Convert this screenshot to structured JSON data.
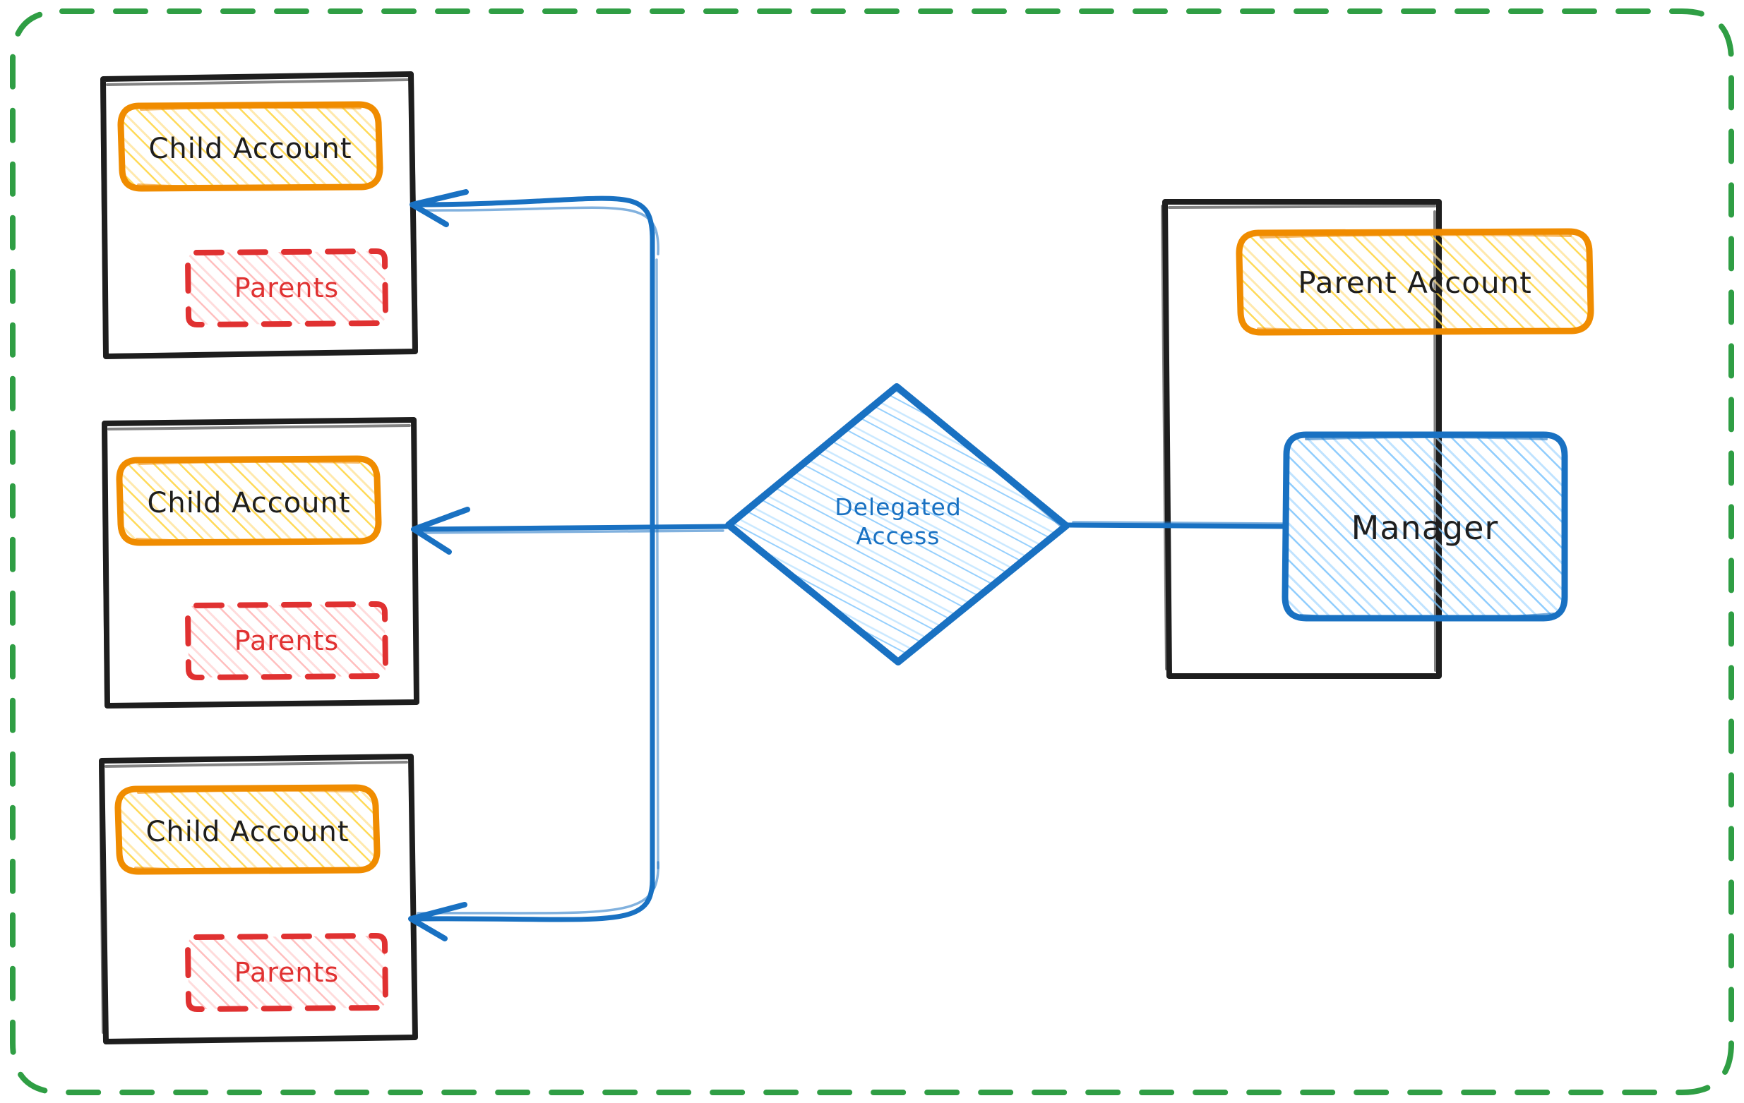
{
  "diagram": {
    "title": "Delegated Access between Parent and Child Accounts",
    "type": "architecture-diagram",
    "style": "hand-drawn",
    "background": "#ffffff",
    "boundary": {
      "name": "outer-boundary",
      "stroke": "#2f9e44",
      "stroke_style": "dashed",
      "label": ""
    },
    "colors": {
      "orange_stroke": "#f08c00",
      "yellow_fill": "#ffec99",
      "red_stroke": "#e03131",
      "red_fill": "#ffc9c9",
      "blue_stroke": "#1971c2",
      "blue_fill": "#a5d8ff",
      "black_stroke": "#1e1e1e",
      "green_stroke": "#2f9e44"
    },
    "child_containers": [
      {
        "name": "child-account-container-1",
        "account_label": "Child Account",
        "parents_label": "Parents"
      },
      {
        "name": "child-account-container-2",
        "account_label": "Child Account",
        "parents_label": "Parents"
      },
      {
        "name": "child-account-container-3",
        "account_label": "Child Account",
        "parents_label": "Parents"
      }
    ],
    "parent_container": {
      "name": "parent-account-container",
      "account_label": "Parent Account",
      "manager_label": "Manager"
    },
    "decision": {
      "name": "delegated-access-diamond",
      "line1": "Delegated",
      "line2": "Access"
    },
    "connectors": [
      {
        "name": "manager-to-delegated-access",
        "from": "Manager",
        "to": "Delegated Access",
        "arrow": "none"
      },
      {
        "name": "delegated-access-to-child-1",
        "from": "Delegated Access",
        "to": "Child Account 1",
        "arrow": "left"
      },
      {
        "name": "delegated-access-to-child-2",
        "from": "Delegated Access",
        "to": "Child Account 2",
        "arrow": "left"
      },
      {
        "name": "delegated-access-to-child-3",
        "from": "Delegated Access",
        "to": "Child Account 3",
        "arrow": "left"
      }
    ]
  }
}
